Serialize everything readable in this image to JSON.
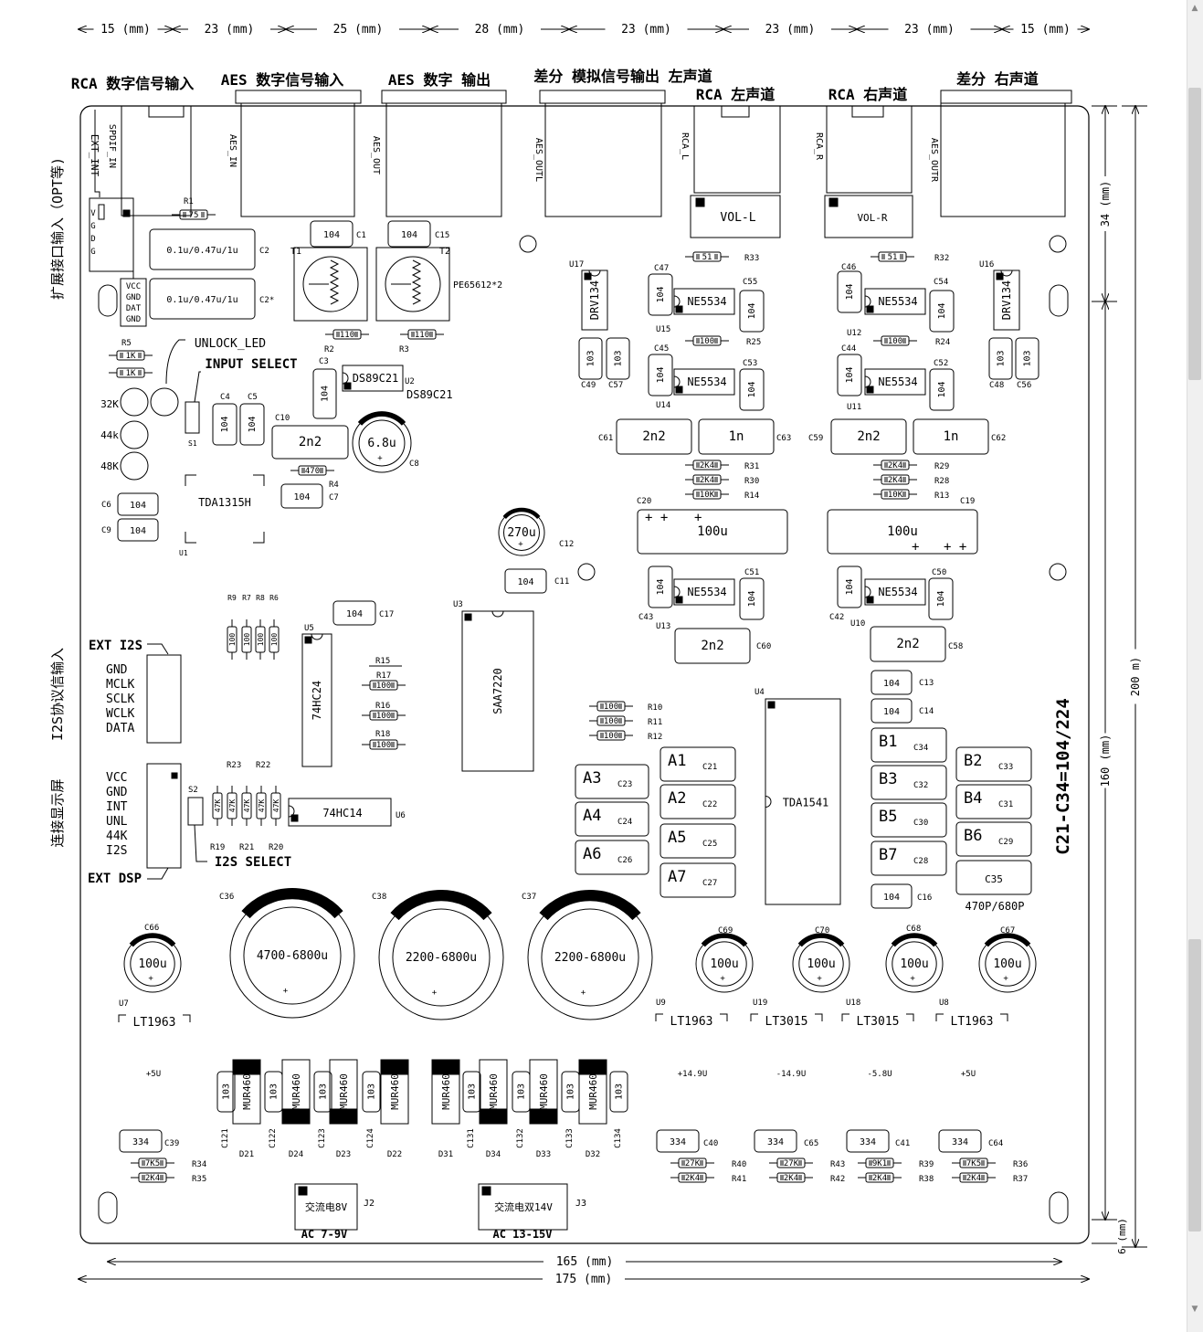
{
  "dims": {
    "top": [
      "15 (mm)",
      "23 (mm)",
      "25 (mm)",
      "28 (mm)",
      "23 (mm)",
      "23 (mm)",
      "23 (mm)",
      "15 (mm)"
    ],
    "bottom_inner": "165 (mm)",
    "bottom_outer": "175 (mm)",
    "right_34": "34 (mm)",
    "right_160": "160 (mm)",
    "right_200": "200 m)",
    "right_6": "6 (mm)"
  },
  "headers": {
    "rca_in": "RCA 数字信号输入",
    "aes_in": "AES 数字信号输入",
    "aes_out": "AES 数字 输出",
    "diff_left": "差分 模拟信号输出 左声道",
    "rca_left": "RCA 左声道",
    "rca_right": "RCA 右声道",
    "diff_right": "差分  右声道"
  },
  "side": {
    "expand": "扩展接口输入（OPT等)",
    "i2s": "I2S协议信输入",
    "display": "连接显示屏"
  },
  "right_note": "C21-C34=104/224",
  "conn_labels": {
    "spdif": "SPDIF_IN",
    "ext_int": "EXT_INT",
    "aes_in": "AES_IN",
    "aes_out": "AES_OUT",
    "aes_outl": "AES_OUTL",
    "rca_l": "RCA_L",
    "rca_r": "RCA_R",
    "aes_outr": "AES_OUTR"
  },
  "vol": {
    "left": "VOL-L",
    "right": "VOL-R"
  },
  "opt_pins": [
    "V",
    "G",
    "D",
    "G"
  ],
  "pwr_pins": [
    "VCC",
    "GND",
    "DAT",
    "GND"
  ],
  "i2s_header": {
    "title": "EXT I2S",
    "pins": [
      "GND",
      "MCLK",
      "SCLK",
      "WCLK",
      "DATA"
    ]
  },
  "dsp_header": {
    "title": "EXT DSP",
    "pins": [
      "VCC",
      "GND",
      "INT",
      "UNL",
      "44K",
      "I2S"
    ]
  },
  "unlock_led": "UNLOCK_LED",
  "input_select": "INPUT SELECT",
  "i2s_select": "I2S SELECT",
  "freq_leds": [
    "32K",
    "44k",
    "48K"
  ],
  "transformer_note": "PE65612*2",
  "cap_note": "470P/680P",
  "ics": {
    "tda1315": "TDA1315H",
    "ds89": "DS89C21",
    "hc24": "74HC24",
    "saa": "SAA7220",
    "hc14": "74HC14",
    "tda1541": "TDA1541",
    "drv": "DRV134",
    "ne": "NE5534"
  },
  "caps": {
    "c104": "104",
    "c103": "103",
    "c2n2": "2n2",
    "c1n": "1n",
    "c100u": "100u",
    "c68u": "6.8u",
    "c270u": "270u",
    "c334": "334",
    "c2": "0.1u/0.47u/1u",
    "big1": "4700-6800u",
    "big2": "2200-6800u",
    "big3": "2200-6800u"
  },
  "regs": {
    "u7": "LT1963",
    "u9": "LT1963",
    "u19": "LT3015",
    "u18": "LT3015",
    "u8": "LT1963"
  },
  "rails": [
    "+5U",
    "+14.9U",
    "-14.9U",
    "-5.8U",
    "+5U"
  ],
  "diode": "MUR460",
  "ac1": {
    "label": "交流电8V",
    "sub": "AC 7-9V"
  },
  "ac2": {
    "label": "交流电双14V",
    "sub": "AC 13-15V"
  },
  "res": {
    "r75": "75",
    "r1k": "1K",
    "r110": "110",
    "r51": "51",
    "r100": "100",
    "r470": "470",
    "r2k4": "2K4",
    "r10k": "10K",
    "r47k": "47K",
    "r7k5": "7K5",
    "r27k": "27K",
    "r9k1": "9K1"
  },
  "capbox": [
    {
      "id": "A1",
      "ref": "C21"
    },
    {
      "id": "A2",
      "ref": "C22"
    },
    {
      "id": "A3",
      "ref": "C23"
    },
    {
      "id": "A4",
      "ref": "C24"
    },
    {
      "id": "A5",
      "ref": "C25"
    },
    {
      "id": "A6",
      "ref": "C26"
    },
    {
      "id": "A7",
      "ref": "C27"
    },
    {
      "id": "B1",
      "ref": "C34"
    },
    {
      "id": "B2",
      "ref": "C33"
    },
    {
      "id": "B3",
      "ref": "C32"
    },
    {
      "id": "B4",
      "ref": "C31"
    },
    {
      "id": "B5",
      "ref": "C30"
    },
    {
      "id": "B6",
      "ref": "C29"
    },
    {
      "id": "B7",
      "ref": "C28"
    },
    {
      "id": "C35",
      "ref": ""
    }
  ],
  "refs": {
    "R1": "R1",
    "R2": "R2",
    "R3": "R3",
    "R4": "R4",
    "R5": "R5",
    "R6": "R6",
    "R7": "R7",
    "R8": "R8",
    "R9": "R9",
    "R10": "R10",
    "R11": "R11",
    "R12": "R12",
    "R13": "R13",
    "R14": "R14",
    "R15": "R15",
    "R16": "R16",
    "R17": "R17",
    "R18": "R18",
    "R19": "R19",
    "R20": "R20",
    "R21": "R21",
    "R22": "R22",
    "R23": "R23",
    "R24": "R24",
    "R25": "R25",
    "R28": "R28",
    "R29": "R29",
    "R30": "R30",
    "R31": "R31",
    "R32": "R32",
    "R33": "R33",
    "R34": "R34",
    "R35": "R35",
    "R36": "R36",
    "R37": "R37",
    "R38": "R38",
    "R39": "R39",
    "R40": "R40",
    "R41": "R41",
    "R42": "R42",
    "R43": "R43",
    "C1": "C1",
    "C2": "C2",
    "C2x": "C2*",
    "C3": "C3",
    "C4": "C4",
    "C5": "C5",
    "C6": "C6",
    "C7": "C7",
    "C8": "C8",
    "C9": "C9",
    "C10": "C10",
    "C11": "C11",
    "C12": "C12",
    "C13": "C13",
    "C14": "C14",
    "C15": "C15",
    "C16": "C16",
    "C17": "C17",
    "C19": "C19",
    "C20": "C20",
    "C36": "C36",
    "C37": "C37",
    "C38": "C38",
    "C39": "C39",
    "C40": "C40",
    "C41": "C41",
    "C42": "C42",
    "C43": "C43",
    "C44": "C44",
    "C45": "C45",
    "C46": "C46",
    "C47": "C47",
    "C48": "C48",
    "C49": "C49",
    "C50": "C50",
    "C51": "C51",
    "C52": "C52",
    "C53": "C53",
    "C54": "C54",
    "C55": "C55",
    "C56": "C56",
    "C57": "C57",
    "C58": "C58",
    "C59": "C59",
    "C60": "C60",
    "C61": "C61",
    "C62": "C62",
    "C63": "C63",
    "C64": "C64",
    "C65": "C65",
    "C66": "C66",
    "C67": "C67",
    "C68": "C68",
    "C69": "C69",
    "C70": "C70",
    "C121": "C121",
    "C122": "C122",
    "C123": "C123",
    "C124": "C124",
    "C131": "C131",
    "C132": "C132",
    "C133": "C133",
    "C134": "C134",
    "D21": "D21",
    "D22": "D22",
    "D23": "D23",
    "D24": "D24",
    "D31": "D31",
    "D32": "D32",
    "D33": "D33",
    "D34": "D34",
    "U1": "U1",
    "U2": "U2",
    "U3": "U3",
    "U4": "U4",
    "U5": "U5",
    "U6": "U6",
    "U7": "U7",
    "U8": "U8",
    "U9": "U9",
    "U10": "U10",
    "U11": "U11",
    "U12": "U12",
    "U13": "U13",
    "U14": "U14",
    "U15": "U15",
    "U16": "U16",
    "U17": "U17",
    "U18": "U18",
    "U19": "U19",
    "T1": "T1",
    "T2": "T2",
    "S1": "S1",
    "S2": "S2",
    "J2": "J2",
    "J3": "J3"
  }
}
